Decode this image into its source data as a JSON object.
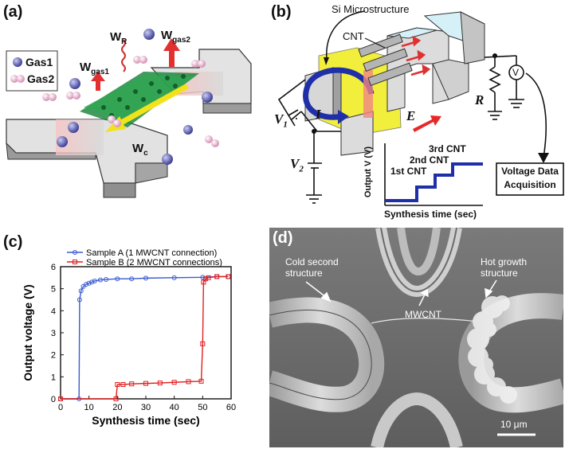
{
  "panel_a": {
    "label": "(a)",
    "legend": [
      {
        "name": "Gas1",
        "color": "#6a6fc0"
      },
      {
        "name": "Gas2",
        "color": "#e3a6c6"
      }
    ],
    "labels": {
      "wr": "W",
      "wr_sub": "R",
      "wgas2": "W",
      "wgas2_sub": "gas2",
      "wgas1": "W",
      "wgas1_sub": "gas1",
      "wc": "W",
      "wc_sub": "c"
    }
  },
  "panel_b": {
    "label": "(b)",
    "si_microstructure": "Si Microstructure",
    "cnt": "CNT",
    "v1": "V",
    "v1_sub": "1",
    "v2": "V",
    "v2_sub": "2",
    "current": "I",
    "efield": "E",
    "resistor": "R",
    "voltmeter": "V",
    "steps": [
      "1st CNT",
      "2nd CNT",
      "3rd CNT"
    ],
    "inset_ylabel": "Output V (V)",
    "inset_xlabel": "Synthesis time (sec)",
    "daq_line1": "Voltage Data",
    "daq_line2": "Acquisition"
  },
  "panel_c": {
    "label": "(c)"
  },
  "chart_data": {
    "type": "line",
    "title": "",
    "xlabel": "Synthesis time (sec)",
    "ylabel": "Output voltage (V)",
    "xlim": [
      0,
      60
    ],
    "ylim": [
      0,
      6
    ],
    "xticks": [
      0,
      10,
      20,
      30,
      40,
      50,
      60
    ],
    "yticks": [
      0,
      1,
      2,
      3,
      4,
      5,
      6
    ],
    "legend_position": "top",
    "series": [
      {
        "name": "Sample A (1 MWCNT connection)",
        "color": "#3a5bd0",
        "marker": "circle",
        "x": [
          0,
          6.5,
          6.7,
          7.2,
          8,
          9,
          10,
          11,
          12,
          14,
          16,
          20,
          25,
          30,
          40,
          50,
          55,
          59
        ],
        "y": [
          0,
          0,
          4.5,
          4.9,
          5.1,
          5.2,
          5.25,
          5.3,
          5.35,
          5.4,
          5.42,
          5.45,
          5.45,
          5.48,
          5.5,
          5.52,
          5.55,
          5.55
        ]
      },
      {
        "name": "Sample B (2 MWCNT connections)",
        "color": "#e02020",
        "marker": "square",
        "x": [
          0,
          19.5,
          20,
          22,
          25,
          30,
          35,
          40,
          45,
          49.5,
          50.0,
          50.3,
          51,
          52,
          55,
          59
        ],
        "y": [
          0,
          0,
          0.65,
          0.65,
          0.68,
          0.7,
          0.72,
          0.75,
          0.78,
          0.8,
          2.5,
          5.3,
          5.45,
          5.5,
          5.55,
          5.55
        ]
      }
    ]
  },
  "panel_d": {
    "label": "(d)",
    "cold_label_1": "Cold second",
    "cold_label_2": "structure",
    "hot_label_1": "Hot growth",
    "hot_label_2": "structure",
    "mwcnt": "MWCNT",
    "scalebar": "10 μm"
  }
}
